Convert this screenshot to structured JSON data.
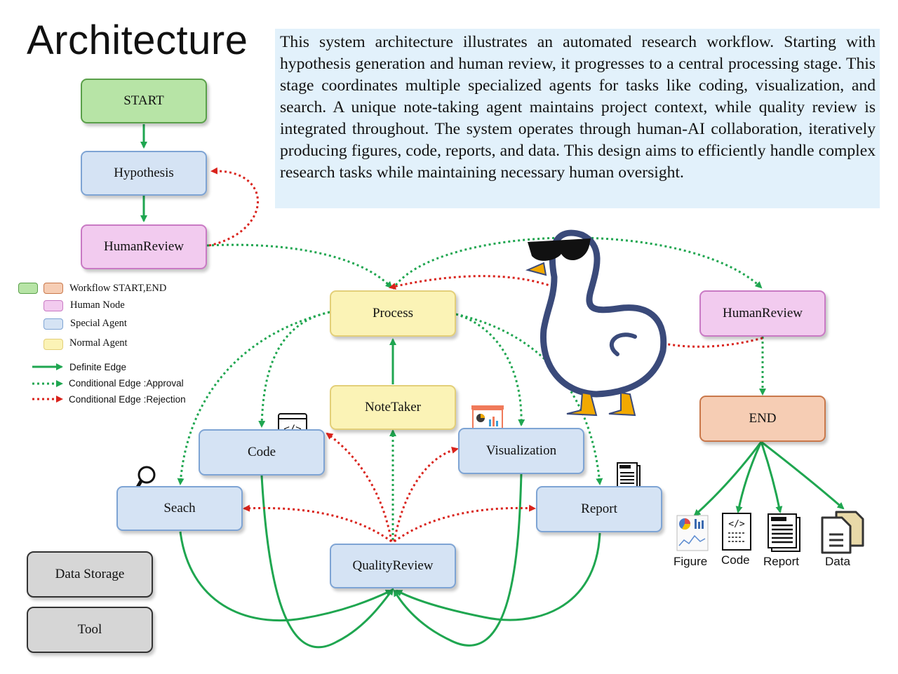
{
  "title": "Architecture",
  "description": "This system architecture illustrates an automated research workflow. Starting with hypothesis generation and human review, it progresses to a central processing stage. This stage coordinates multiple specialized agents for tasks like coding, visualization, and search. A unique note-taking agent maintains project context, while quality review is integrated throughout. The system operates through human-AI collaboration, iteratively producing figures, code, reports, and data. This design aims to efficiently handle complex research tasks while maintaining necessary human oversight.",
  "nodes": {
    "start": "START",
    "hypothesis": "Hypothesis",
    "human_review_left": "HumanReview",
    "process": "Process",
    "human_review_right": "HumanReview",
    "end": "END",
    "note_taker": "NoteTaker",
    "code": "Code",
    "visualization": "Visualization",
    "search": "Seach",
    "report": "Report",
    "quality_review": "QualityReview",
    "data_storage": "Data Storage",
    "tool": "Tool"
  },
  "legend": {
    "workflow": "Workflow START,END",
    "human_node": "Human Node",
    "special_agent": "Special Agent",
    "normal_agent": "Normal Agent",
    "definite_edge": "Definite Edge",
    "conditional_approval": "Conditional Edge :Approval",
    "conditional_rejection": "Conditional Edge :Rejection"
  },
  "outputs": {
    "figure": "Figure",
    "code": "Code",
    "report": "Report",
    "data": "Data"
  },
  "colors": {
    "definite_edge": "#1fa650",
    "approval_edge": "#1fa650",
    "rejection_edge": "#d9231c",
    "start_end_green": "#b7e4a6",
    "start_end_orange": "#f6cdb4",
    "human_node": "#f2cbef",
    "special_agent": "#d5e3f4",
    "normal_agent": "#fbf3b6",
    "description_bg": "#e2f1fb",
    "goose_outline": "#3a4a7a"
  },
  "icons": [
    "code-icon",
    "search-icon",
    "visualization-icon",
    "report-icon",
    "goose-sunglasses-icon",
    "figure-icon",
    "data-icon"
  ]
}
